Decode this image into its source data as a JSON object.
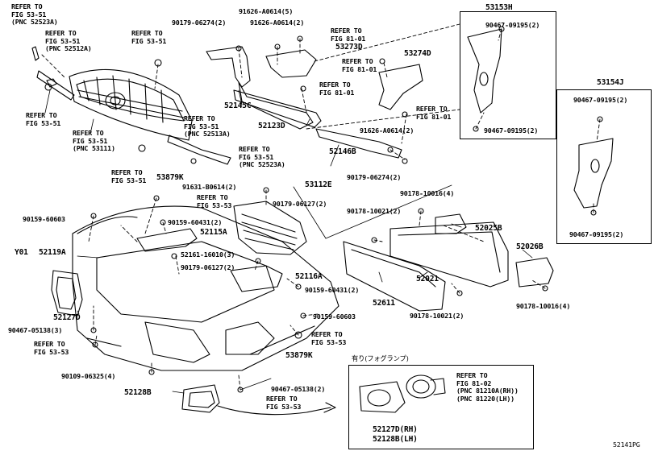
{
  "diagram_id": "52141PG",
  "inset_header": "有り(フォグランプ)",
  "labels": {
    "fig5351_a": "REFER TO\nFIG 53-51\n(PNC 52523A)",
    "fig5351_b": "REFER TO\nFIG 53-51\n(PNC 52512A)",
    "fig5351_c": "REFER TO\nFIG 53-51",
    "fig5351_d": "REFER TO\nFIG 53-51",
    "fig5351_e": "REFER TO\nFIG 53-51\n(PNC 53111)",
    "fig5351_f": "REFER TO\nFIG 53-51\n(PNC 52513A)",
    "fig5351_g": "REFER TO\nFIG 53-51\n(PNC 52523A)",
    "fig5351_h": "REFER TO\nFIG 53-51",
    "fig8101_a": "REFER TO\nFIG 81-01",
    "fig8101_b": "REFER TO\nFIG 81-01",
    "fig8101_c": "REFER TO\nFIG 81-01",
    "fig8101_d": "REFER TO\nFIG 81-01",
    "fig5353_a": "REFER TO\nFIG 53-53",
    "fig5353_b": "REFER TO\nFIG 53-53",
    "fig5353_c": "REFER TO\nFIG 53-53",
    "fig5353_d": "REFER TO\nFIG 53-53",
    "fig8102": "REFER TO\nFIG 81-02\n(PNC 81210A(RH))\n(PNC 81220(LH))",
    "p90179_06274_top": "90179-06274(2)",
    "p91626_a0614_5": "91626-A0614(5)",
    "p91626_a0614_2a": "91626-A0614(2)",
    "p53273d": "53273D",
    "p53274d": "53274D",
    "p52145c": "52145C",
    "p52123d": "52123D",
    "p91626_a0614_2b": "91626-A0614(2)",
    "p52146b": "52146B",
    "p90179_06274_bot": "90179-06274(2)",
    "p53153h": "53153H",
    "p90467_09195_a": "90467-09195(2)",
    "p90467_09195_b": "90467-09195(2)",
    "p53154j": "53154J",
    "p90467_09195_c": "90467-09195(2)",
    "p90467_09195_d": "90467-09195(2)",
    "p53879k_top": "53879K",
    "p91631_b0614": "91631-B0614(2)",
    "p53112e": "53112E",
    "p90179_06127_top": "90179-06127(2)",
    "p90159_60603_a": "90159-60603",
    "p90159_60431_a": "90159-60431(2)",
    "p52115a": "52115A",
    "p90178_10016_a": "90178-10016(4)",
    "p90178_10021_a": "90178-10021(2)",
    "p52025b": "52025B",
    "y01": "Y01",
    "p52119a": "52119A",
    "p52161_16010": "52161-16010(3)",
    "p90179_06127_b": "90179-06127(2)",
    "p52116a": "52116A",
    "p52026b": "52026B",
    "p52021": "52021",
    "p90159_60431_b": "90159-60431(2)",
    "p52127d": "52127D",
    "p52611": "52611",
    "p90178_10021_b": "90178-10021(2)",
    "p90178_10016_b": "90178-10016(4)",
    "p90159_60603_b": "90159-60603",
    "p90467_05138_a": "90467-05138(3)",
    "p53879k_bot": "53879K",
    "p90109_06325": "90109-06325(4)",
    "p52128b": "52128B",
    "p90467_05138_b": "90467-05138(2)",
    "p52127d_rh": "52127D(RH)",
    "p52128b_lh": "52128B(LH)"
  },
  "colors": {
    "line": "#000000",
    "background": "#ffffff"
  }
}
